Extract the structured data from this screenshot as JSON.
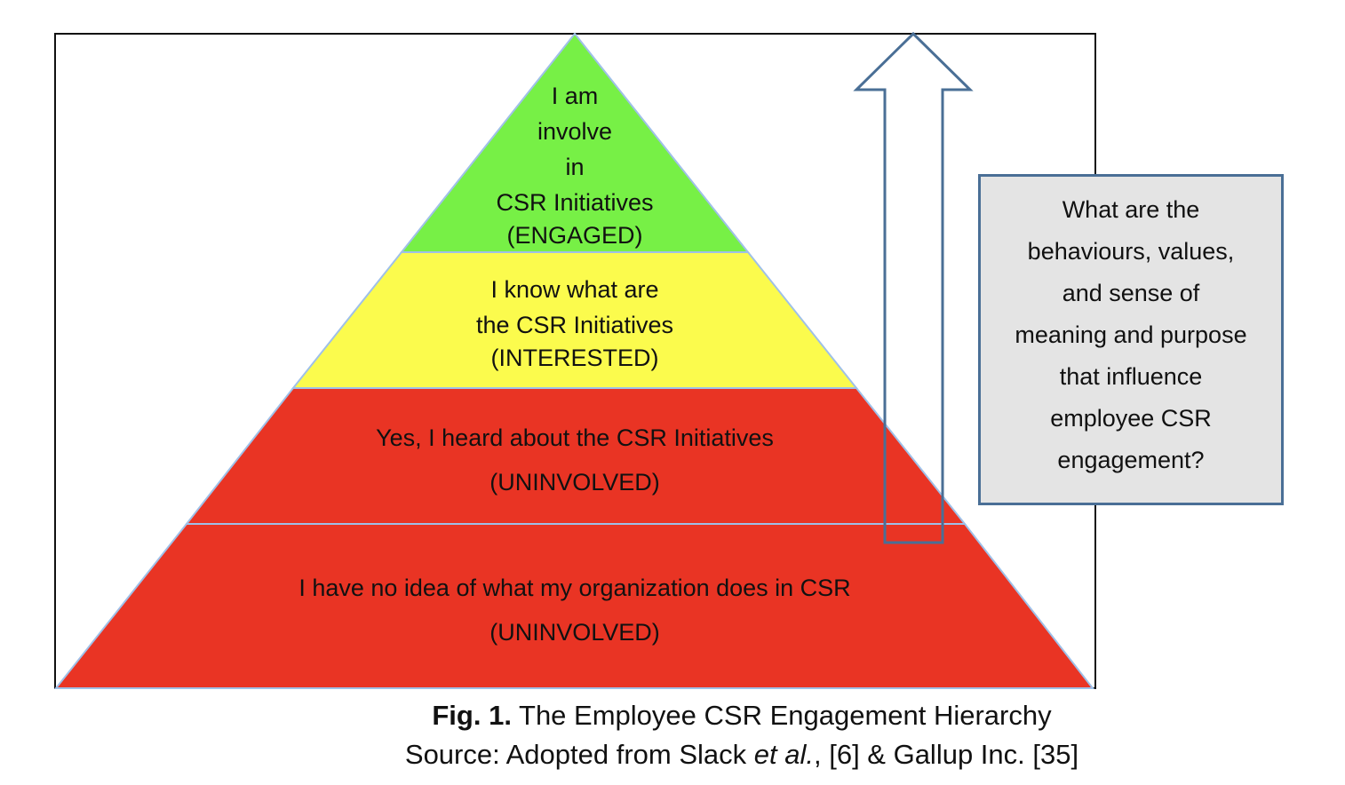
{
  "colors": {
    "engaged": "#77f046",
    "interested": "#fbfb4d",
    "uninvolved": "#e93424",
    "level_border": "#9fc0e8",
    "arrow_stroke": "#4a6f96",
    "question_fill": "#e4e4e4"
  },
  "levels": [
    {
      "lines": [
        "I am",
        "involve",
        "in",
        "CSR Initiatives",
        "(ENGAGED)"
      ]
    },
    {
      "lines": [
        "I know what are",
        "the CSR Initiatives",
        "(INTERESTED)"
      ]
    },
    {
      "lines": [
        "Yes, I heard about the CSR Initiatives",
        "(UNINVOLVED)"
      ]
    },
    {
      "lines": [
        "I have no idea of what my organization does in CSR",
        "(UNINVOLVED)"
      ]
    }
  ],
  "question": {
    "lines": [
      "What are the",
      "behaviours, values,",
      "and sense of",
      "meaning and purpose",
      "that influence",
      "employee CSR",
      "engagement?"
    ]
  },
  "caption": {
    "fig_label": "Fig. 1.",
    "title": " The Employee CSR Engagement Hierarchy",
    "source_prefix": "Source: Adopted from Slack ",
    "source_italic": "et al.",
    "source_suffix": ", [6] & Gallup Inc. [35]"
  }
}
